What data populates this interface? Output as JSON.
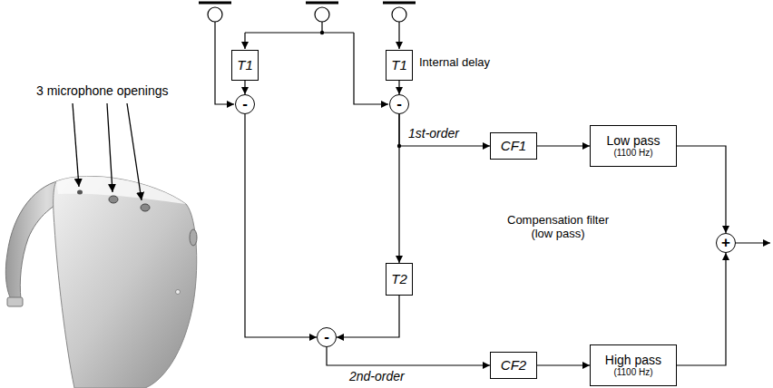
{
  "diagram": {
    "nodes": [
      {
        "text": [
          "T1"
        ]
      },
      {
        "text": [
          "T1"
        ]
      },
      {
        "text": [
          "-"
        ]
      },
      {
        "text": [
          "-"
        ]
      },
      {
        "text": [
          "CF1"
        ]
      },
      {
        "text": [
          "Low pass",
          "(1100 Hz)"
        ]
      },
      {
        "text": [
          "T2"
        ]
      },
      {
        "text": [
          "+"
        ]
      },
      {
        "text": [
          "-"
        ]
      },
      {
        "text": [
          "CF2"
        ]
      },
      {
        "text": [
          "High pass",
          "(1100 Hz)"
        ]
      }
    ],
    "edges": [
      {
        "from": 0,
        "to": 2,
        "arrow": "to"
      },
      {
        "from": 1,
        "to": 3,
        "arrow": "to"
      },
      {
        "from": 3,
        "to": 4,
        "arrow": "to",
        "label": "1st-order"
      },
      {
        "from": 3,
        "to": 6,
        "arrow": "to"
      },
      {
        "from": 4,
        "to": 5,
        "arrow": "to"
      },
      {
        "from": 5,
        "to": 7,
        "arrow": "to"
      },
      {
        "from": 2,
        "to": 8,
        "arrow": "to"
      },
      {
        "from": 6,
        "to": 8,
        "arrow": "to"
      },
      {
        "from": 8,
        "to": 9,
        "arrow": "to",
        "label": "2nd-order"
      },
      {
        "from": 9,
        "to": 10,
        "arrow": "to"
      },
      {
        "from": 10,
        "to": 7,
        "arrow": "to"
      }
    ],
    "labels": [
      "3 microphone openings",
      "Internal delay",
      "Compensation filter (low pass)"
    ]
  }
}
